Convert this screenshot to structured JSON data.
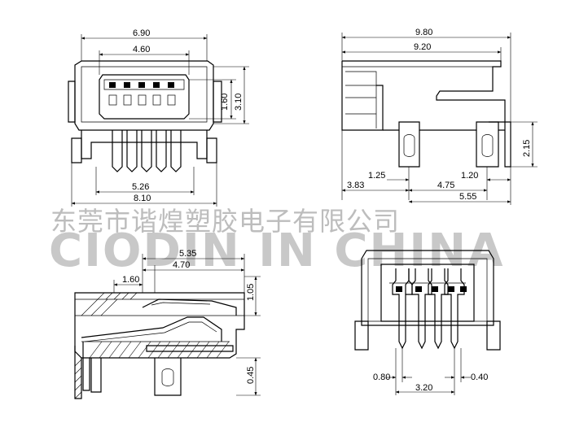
{
  "watermark": {
    "chinese": "东莞市谐煌塑胶电子有限公司",
    "english": "CIODIN IN CHINA"
  },
  "front_view": {
    "dims": {
      "overall_top": "6.90",
      "inner_top": "4.60",
      "pin_span": "5.26",
      "overall_bottom": "8.10",
      "height_inner": "1.60",
      "height_outer": "3.10"
    }
  },
  "side_view": {
    "dims": {
      "total_length": "9.80",
      "body_length": "9.20",
      "peg_offset": "1.25",
      "tail_offset": "1.20",
      "to_peg": "3.83",
      "peg_spacing": "4.75",
      "overall_mount": "5.55",
      "tail_height": "2.15"
    }
  },
  "section_view": {
    "dims": {
      "len_a": "5.35",
      "len_b": "4.70",
      "len_c": "1.60",
      "height_top": "1.05",
      "height_bottom": "0.45"
    }
  },
  "bottom_view": {
    "dims": {
      "pitch": "0.80",
      "span": "3.20",
      "pin_width": "0.40"
    }
  }
}
